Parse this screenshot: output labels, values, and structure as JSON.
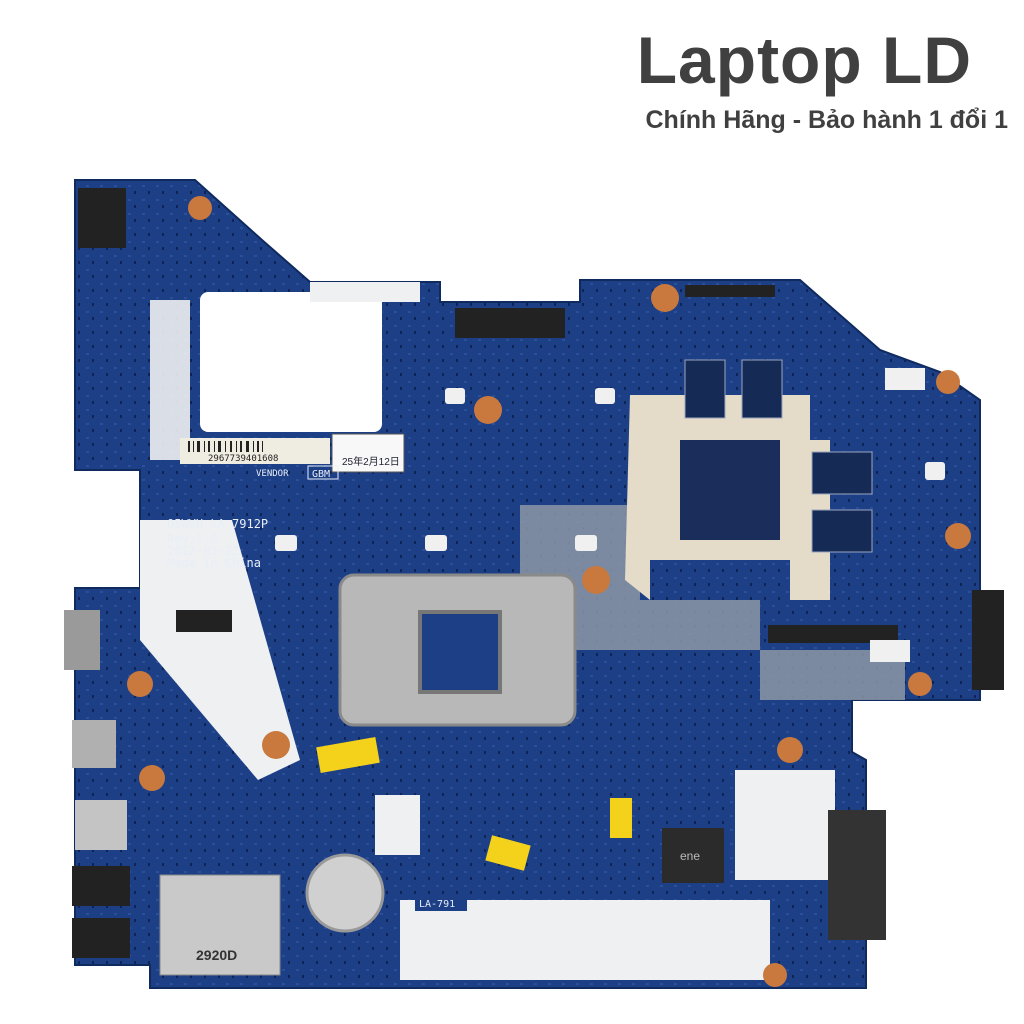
{
  "header": {
    "title": "Laptop LD",
    "subtitle": "Chính Hãng - Bảo hành 1 đổi 1"
  },
  "board": {
    "barcode_number": "2967739401608",
    "vendor_label": "VENDOR",
    "vendor_value": "GBM",
    "model": "Q5WVH LA-7912P",
    "revision": "Rev:1.0",
    "date": "2012-03-22",
    "origin": "Made In China",
    "sticker_text": "25年2月12日",
    "card_reader_label": "2920D",
    "bottom_label": "LA-791",
    "chip_brand": "ene",
    "colors": {
      "pcb": "#1d3f86",
      "pcb_dark": "#13306e",
      "silkscreen": "#f2f2f2",
      "heatsink": "#b8b8b8",
      "pad": "#c9793e"
    }
  }
}
